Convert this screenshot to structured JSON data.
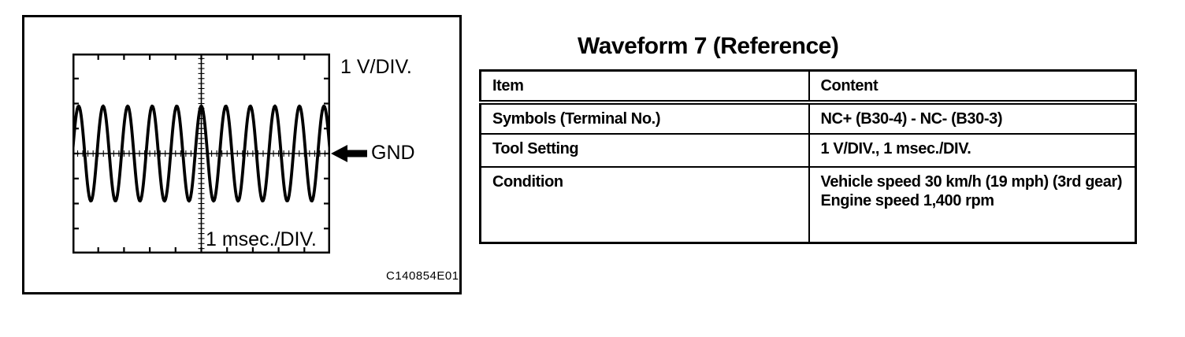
{
  "figure": {
    "code": "C140854E01",
    "scope": {
      "volts_label": "1 V/DIV.",
      "time_label": "1 msec./DIV.",
      "gnd_label": "GND"
    }
  },
  "reference": {
    "title": "Waveform 7 (Reference)",
    "table": {
      "col_item": "Item",
      "col_content": "Content",
      "rows": [
        {
          "item": "Symbols (Terminal No.)",
          "lines": [
            "NC+ (B30-4) - NC- (B30-3)"
          ]
        },
        {
          "item": "Tool Setting",
          "lines": [
            "1 V/DIV., 1 msec./DIV."
          ]
        },
        {
          "item": "Condition",
          "lines": [
            "Vehicle speed 30 km/h (19 mph) (3rd gear)",
            "Engine speed 1,400 rpm"
          ]
        }
      ]
    }
  },
  "chart_data": {
    "type": "line",
    "waveform": "sine",
    "title": "",
    "x_units": "msec./DIV.",
    "y_units": "V/DIV.",
    "volts_per_div": 1,
    "msec_per_div": 1,
    "h_divisions": 10,
    "v_divisions": 8,
    "minor_ticks_per_div": 5,
    "cycles_visible": 10.5,
    "amplitude_divisions": 1.9,
    "period_msec": 1,
    "gnd_at_center": true,
    "annotations": [
      "1 V/DIV.",
      "GND",
      "1 msec./DIV."
    ],
    "ink_color": "#000000",
    "paper_color": "#ffffff"
  }
}
